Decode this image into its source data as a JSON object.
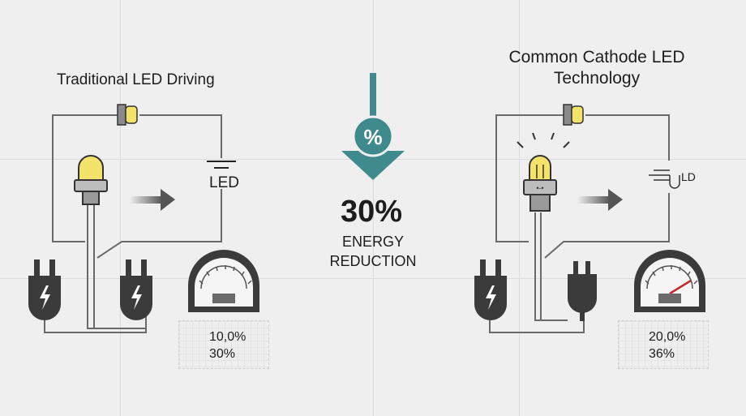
{
  "left_panel": {
    "title": "Traditional LED Driving",
    "led_label": "LED",
    "meter_readings": [
      "10,0%",
      "30%"
    ]
  },
  "center": {
    "icon": "percent-icon",
    "value": "30%",
    "label": "ENERGY REDUCTION"
  },
  "right_panel": {
    "title": "Common Cathode LED Technology",
    "ld_label": "LD",
    "meter_readings": [
      "20,0%",
      "36%"
    ]
  },
  "colors": {
    "accent_teal": "#3e8a8c",
    "led_yellow": "#f4e36a",
    "plug_dark": "#3b3b3b",
    "needle_red": "#c62828",
    "wire": "#707070"
  }
}
